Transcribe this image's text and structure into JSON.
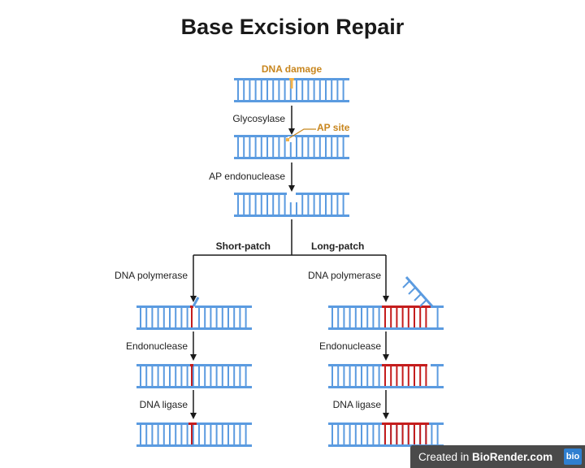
{
  "title": "Base Excision Repair",
  "labels": {
    "dna_damage": "DNA damage",
    "glycosylase": "Glycosylase",
    "ap_site": "AP site",
    "ap_endonuclease": "AP endonuclease",
    "short_patch": "Short-patch",
    "long_patch": "Long-patch",
    "short_polymerase": "DNA polymerase",
    "short_endonuclease": "Endonuclease",
    "short_ligase": "DNA ligase",
    "long_polymerase": "DNA polymerase",
    "long_endonuclease": "Endonuclease",
    "long_ligase": "DNA ligase"
  },
  "footer": {
    "prefix": "Created in ",
    "brand": "BioRender.com",
    "logo": "bio"
  },
  "colors": {
    "dna": "#5b9be0",
    "repair": "#c41d1d",
    "damage": "#f2b24a",
    "arrow": "#1a1a1a",
    "footer_bg": "#4a4a4a"
  }
}
